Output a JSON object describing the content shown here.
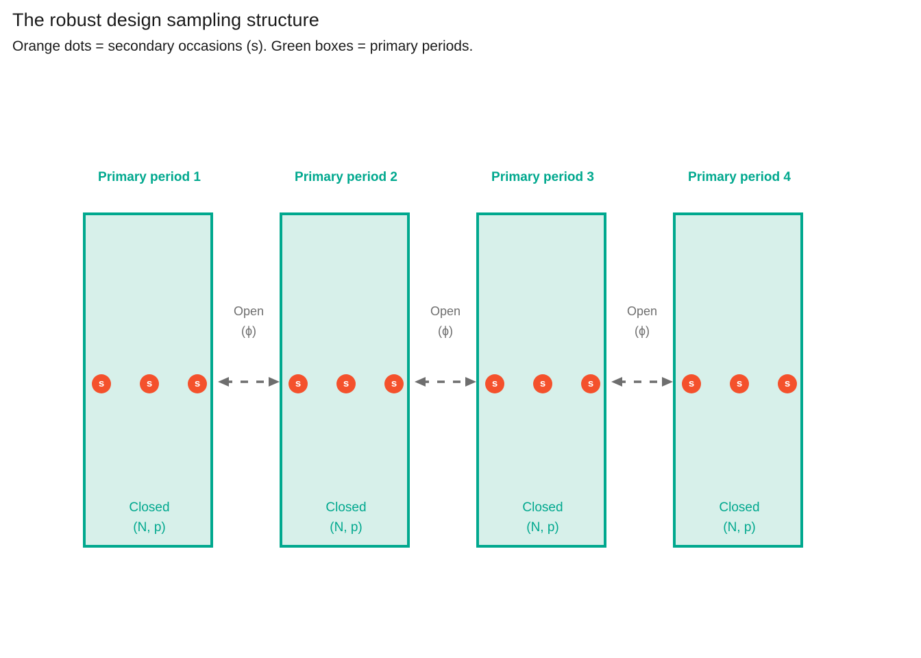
{
  "header": {
    "title": "The robust design sampling structure",
    "subtitle": "Orange dots = secondary occasions (s). Green boxes = primary periods."
  },
  "colors": {
    "primary_green": "#00A88E",
    "box_fill": "#D7F0EA",
    "secondary_orange": "#F4512C",
    "arrow_gray": "#6e6e6e",
    "background": "#ffffff"
  },
  "diagram": {
    "type": "robust-design-sampling-structure",
    "periods": [
      {
        "label": "Primary period 1",
        "closed_label": "Closed",
        "closed_params": "(N, p)",
        "occasions": [
          "s",
          "s",
          "s"
        ]
      },
      {
        "label": "Primary period 2",
        "closed_label": "Closed",
        "closed_params": "(N, p)",
        "occasions": [
          "s",
          "s",
          "s"
        ]
      },
      {
        "label": "Primary period 3",
        "closed_label": "Closed",
        "closed_params": "(N, p)",
        "occasions": [
          "s",
          "s",
          "s"
        ]
      },
      {
        "label": "Primary period 4",
        "closed_label": "Closed",
        "closed_params": "(N, p)",
        "occasions": [
          "s",
          "s",
          "s"
        ]
      }
    ],
    "intervals": [
      {
        "label": "Open",
        "params": "(ϕ)",
        "arrow": "double-headed-dashed"
      },
      {
        "label": "Open",
        "params": "(ϕ)",
        "arrow": "double-headed-dashed"
      },
      {
        "label": "Open",
        "params": "(ϕ)",
        "arrow": "double-headed-dashed"
      }
    ]
  }
}
